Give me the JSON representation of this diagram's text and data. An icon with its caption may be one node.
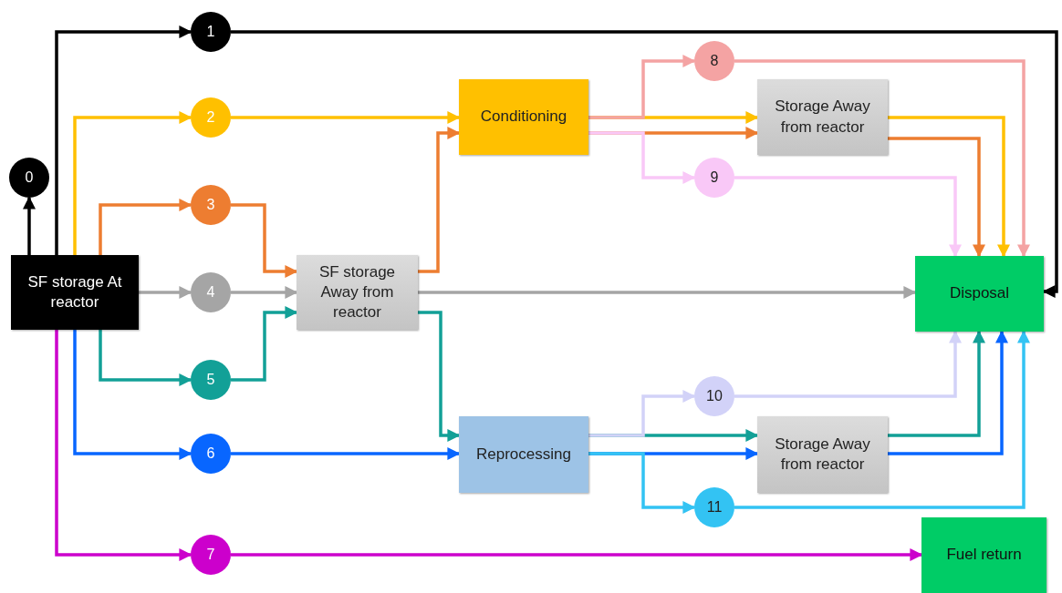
{
  "diagram": {
    "nodes": [
      {
        "text": [
          "SF storage At reactor"
        ]
      },
      {
        "text": [
          "0"
        ]
      },
      {
        "text": [
          "1"
        ]
      },
      {
        "text": [
          "2"
        ]
      },
      {
        "text": [
          "3"
        ]
      },
      {
        "text": [
          "4"
        ]
      },
      {
        "text": [
          "5"
        ]
      },
      {
        "text": [
          "6"
        ]
      },
      {
        "text": [
          "7"
        ]
      },
      {
        "text": [
          "SF storage Away from reactor"
        ]
      },
      {
        "text": [
          "Conditioning"
        ]
      },
      {
        "text": [
          "Storage Away from reactor"
        ]
      },
      {
        "text": [
          "8"
        ]
      },
      {
        "text": [
          "9"
        ]
      },
      {
        "text": [
          "Reprocessing"
        ]
      },
      {
        "text": [
          "Storage Away from reactor"
        ]
      },
      {
        "text": [
          "10"
        ]
      },
      {
        "text": [
          "11"
        ]
      },
      {
        "text": [
          "Disposal"
        ]
      },
      {
        "text": [
          "Fuel return"
        ]
      }
    ],
    "edges": [
      {
        "from": 0,
        "to": 1,
        "arrow": "to",
        "color": "#000000"
      },
      {
        "from": 0,
        "to": 2,
        "arrow": "to",
        "color": "#000000"
      },
      {
        "from": 2,
        "to": 18,
        "arrow": "to",
        "color": "#000000"
      },
      {
        "from": 0,
        "to": 3,
        "arrow": "to",
        "color": "#ffc000"
      },
      {
        "from": 3,
        "to": 10,
        "arrow": "to",
        "color": "#ffc000"
      },
      {
        "from": 10,
        "to": 11,
        "arrow": "to",
        "color": "#ffc000"
      },
      {
        "from": 11,
        "to": 18,
        "arrow": "to",
        "color": "#ffc000"
      },
      {
        "from": 0,
        "to": 4,
        "arrow": "to",
        "color": "#ed7d31"
      },
      {
        "from": 4,
        "to": 9,
        "arrow": "to",
        "color": "#ed7d31"
      },
      {
        "from": 9,
        "to": 10,
        "arrow": "to",
        "color": "#ed7d31"
      },
      {
        "from": 10,
        "to": 11,
        "arrow": "to",
        "color": "#ed7d31"
      },
      {
        "from": 11,
        "to": 18,
        "arrow": "to",
        "color": "#ed7d31"
      },
      {
        "from": 10,
        "to": 12,
        "arrow": "to",
        "color": "#f4a3a3"
      },
      {
        "from": 12,
        "to": 18,
        "arrow": "to",
        "color": "#f4a3a3"
      },
      {
        "from": 10,
        "to": 13,
        "arrow": "to",
        "color": "#f9c8f7"
      },
      {
        "from": 13,
        "to": 18,
        "arrow": "to",
        "color": "#f9c8f7"
      },
      {
        "from": 0,
        "to": 5,
        "arrow": "to",
        "color": "#a5a5a5"
      },
      {
        "from": 5,
        "to": 9,
        "arrow": "to",
        "color": "#a5a5a5"
      },
      {
        "from": 9,
        "to": 18,
        "arrow": "to",
        "color": "#a5a5a5"
      },
      {
        "from": 0,
        "to": 6,
        "arrow": "to",
        "color": "#12a097"
      },
      {
        "from": 6,
        "to": 9,
        "arrow": "to",
        "color": "#12a097"
      },
      {
        "from": 9,
        "to": 14,
        "arrow": "to",
        "color": "#12a097"
      },
      {
        "from": 14,
        "to": 15,
        "arrow": "to",
        "color": "#12a097"
      },
      {
        "from": 15,
        "to": 18,
        "arrow": "to",
        "color": "#12a097"
      },
      {
        "from": 0,
        "to": 7,
        "arrow": "to",
        "color": "#0866ff"
      },
      {
        "from": 7,
        "to": 14,
        "arrow": "to",
        "color": "#0866ff"
      },
      {
        "from": 14,
        "to": 15,
        "arrow": "to",
        "color": "#0866ff"
      },
      {
        "from": 15,
        "to": 18,
        "arrow": "to",
        "color": "#0866ff"
      },
      {
        "from": 14,
        "to": 16,
        "arrow": "to",
        "color": "#d2d2f8"
      },
      {
        "from": 16,
        "to": 18,
        "arrow": "to",
        "color": "#d2d2f8"
      },
      {
        "from": 14,
        "to": 17,
        "arrow": "to",
        "color": "#33c3f3"
      },
      {
        "from": 17,
        "to": 18,
        "arrow": "to",
        "color": "#33c3f3"
      },
      {
        "from": 0,
        "to": 8,
        "arrow": "to",
        "color": "#cc00cc"
      },
      {
        "from": 8,
        "to": 19,
        "arrow": "to",
        "color": "#cc00cc"
      }
    ]
  }
}
